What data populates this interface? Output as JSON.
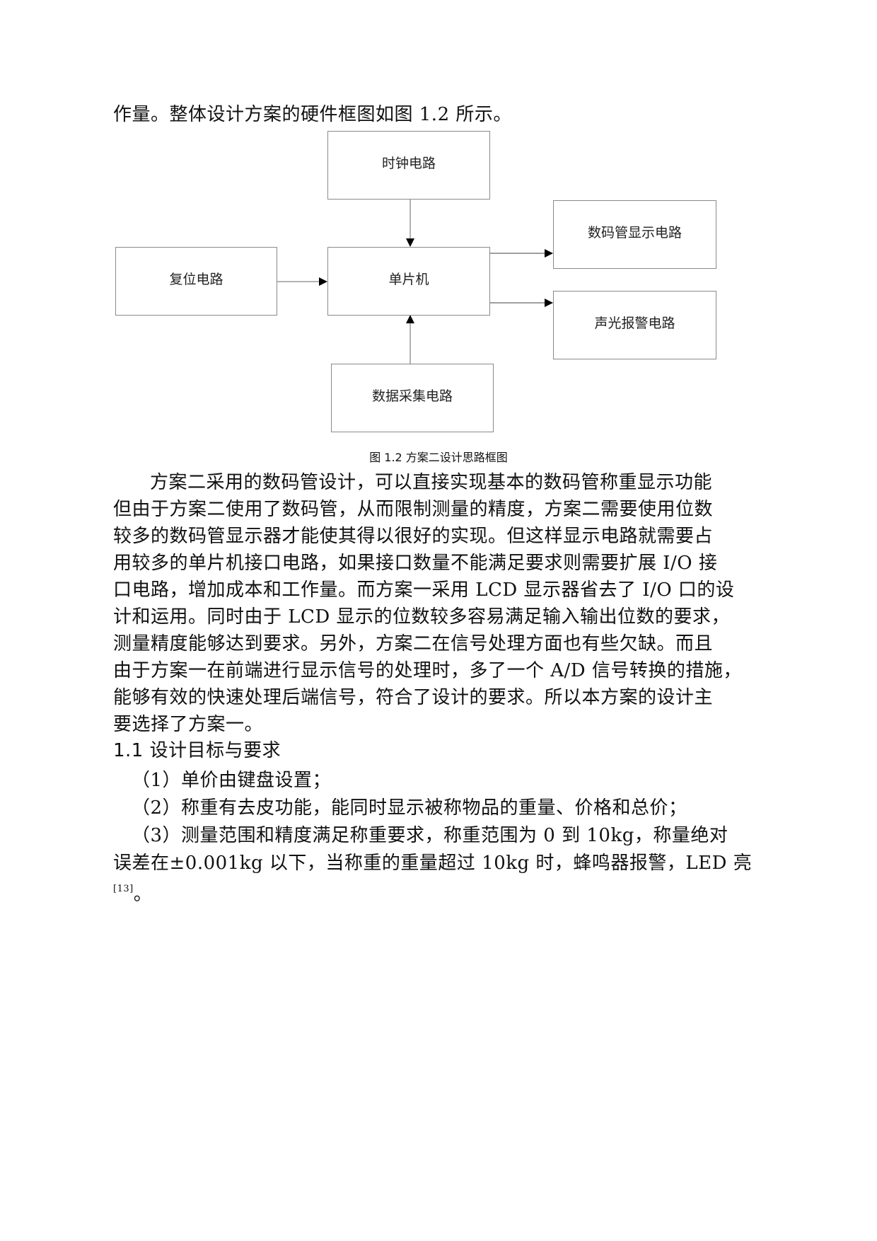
{
  "intro_line": "作量。整体设计方案的硬件框图如图 1.2 所示。",
  "diagram": {
    "boxes": {
      "clock": "时钟电路",
      "reset": "复位电路",
      "mcu": "单片机",
      "display": "数码管显示电路",
      "alarm": "声光报警电路",
      "acquisition": "数据采集电路"
    },
    "edges": [
      {
        "from": "clock",
        "to": "mcu"
      },
      {
        "from": "reset",
        "to": "mcu"
      },
      {
        "from": "acquisition",
        "to": "mcu"
      },
      {
        "from": "mcu",
        "to": "display"
      },
      {
        "from": "mcu",
        "to": "alarm"
      }
    ],
    "caption": "图 1.2  方案二设计思路框图"
  },
  "paragraph": {
    "lines": [
      "方案二采用的数码管设计，可以直接实现基本的数码管称重显示功能",
      "但由于方案二使用了数码管，从而限制测量的精度，方案二需要使用位数",
      "较多的数码管显示器才能使其得以很好的实现。但这样显示电路就需要占",
      "用较多的单片机接口电路，如果接口数量不能满足要求则需要扩展 I/O 接",
      "口电路，增加成本和工作量。而方案一采用 LCD 显示器省去了 I/O 口的设",
      "计和运用。同时由于 LCD 显示的位数较多容易满足输入输出位数的要求，",
      "测量精度能够达到要求。另外，方案二在信号处理方面也有些欠缺。而且",
      "由于方案一在前端进行显示信号的处理时，多了一个 A/D 信号转换的措施，",
      "能够有效的快速处理后端信号，符合了设计的要求。所以本方案的设计主",
      "要选择了方案一。"
    ]
  },
  "section": {
    "heading": "1.1 设计目标与要求",
    "items": [
      "（1）单价由键盘设置；",
      "（2）称重有去皮功能，能同时显示被称物品的重量、价格和总价；",
      "（3）测量范围和精度满足称重要求，称重范围为 0 到 10kg，称量绝对",
      "误差在±0.001kg 以下，当称重的重量超过 10kg 时，蜂鸣器报警，LED 亮"
    ],
    "citation": "[13]",
    "end_mark": "。"
  }
}
